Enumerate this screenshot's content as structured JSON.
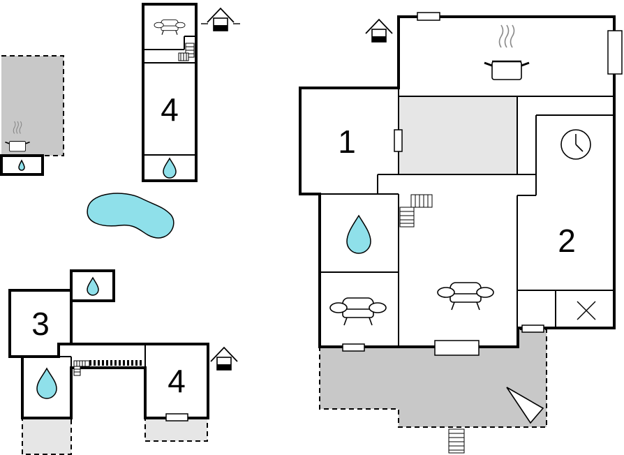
{
  "rooms": {
    "bedroom_1": "1",
    "bedroom_2": "2",
    "bedroom_3": "3",
    "bedroom_4_annex": "4",
    "bedroom_4_small": "4"
  },
  "icons": {
    "kitchen": "cooking-pot-icon",
    "bathroom": "water-drop-icon",
    "living": "sofa-icon",
    "sauna": "clock-icon",
    "storage": "cross-icon",
    "entrance": "house-entrance-icon",
    "pool": "pool-shape",
    "stairs": "stairs-icon"
  },
  "colors": {
    "water": "#8fe0ea",
    "terrace": "#c8c8c8",
    "covered_area": "#e6e6e6",
    "wall": "#000000"
  }
}
